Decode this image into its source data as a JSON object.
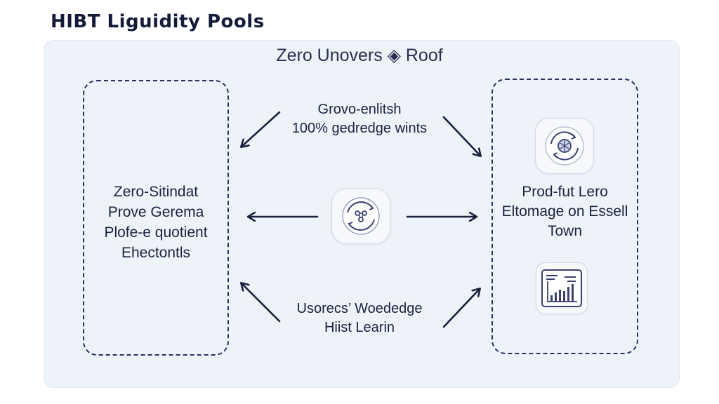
{
  "header": {
    "title": "HIBT Liguidity Pools"
  },
  "diagram": {
    "panel_title": "Zero Unovers ◈ Roof",
    "left_box": {
      "text": "Zero-Sitindat\nProve Gerema\nPlofe-e quotient\nEhectontls"
    },
    "right_box": {
      "text": "Prod-fut Lero\nEltomage on Essell\nTown"
    },
    "top_note": {
      "text": "Grovo-enlitsh\n100% gedredge wints"
    },
    "bottom_note": {
      "text": "Usorecs’ Woededge\nHiist Learin"
    },
    "icons": [
      "refresh-cycle-icon",
      "network-cycle-icon",
      "bar-chart-icon"
    ],
    "colors": {
      "stroke": "#2b3160",
      "panel": "#eef3f9",
      "icon_accent": "#3a4170"
    }
  }
}
